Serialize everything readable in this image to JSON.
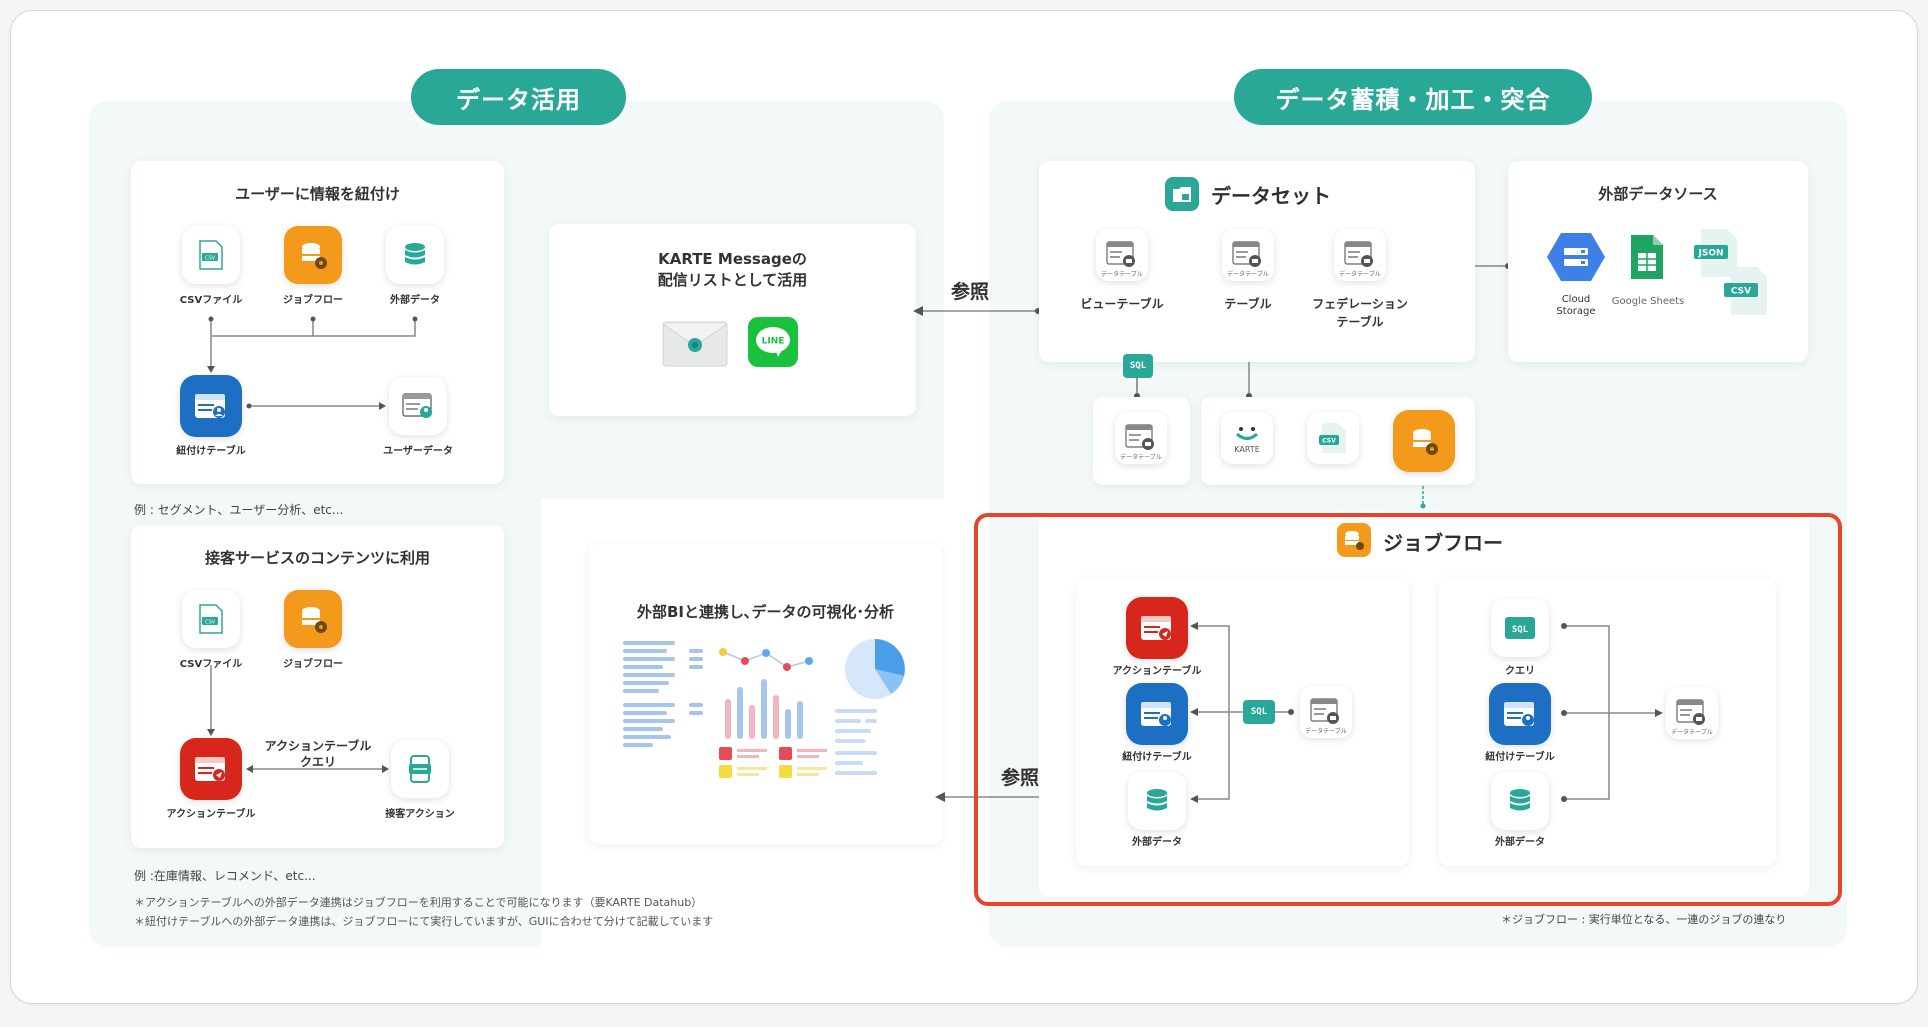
{
  "headers": {
    "left": "データ活用",
    "right": "データ蓄積・加工・突合"
  },
  "link_card": {
    "title_line1": "ユーザーに情報を紐付け",
    "csv": "CSVファイル",
    "jobflow": "ジョブフロー",
    "external": "外部データ",
    "link_table": "紐付けテーブル",
    "user_data": "ユーザーデータ",
    "example": "例 : セグメント、ユーザー分析、etc..."
  },
  "service_card": {
    "title": "接客サービスのコンテンツに利用",
    "csv": "CSVファイル",
    "jobflow": "ジョブフロー",
    "action_table": "アクションテーブル",
    "query_label_1": "アクションテーブル",
    "query_label_2": "クエリ",
    "action": "接客アクション",
    "example": "例 :在庫情報、レコメンド、etc..."
  },
  "notes": [
    "＊アクションテーブルへの外部データ連携はジョブフローを利用することで可能になります（要KARTE Datahub）",
    "＊紐付けテーブルへの外部データ連携は、ジョブフローにて実行していますが、GUIに合わせて分けて記載しています"
  ],
  "message_card": {
    "line1": "KARTE Messageの",
    "line2": "配信リストとして活用",
    "line_logo": "LINE"
  },
  "bi_card": {
    "title": "外部BIと連携し､データの可視化･分析"
  },
  "reference_1": "参照",
  "reference_2": "参照",
  "dataset_card": {
    "title": "データセット",
    "view_table": "ビューテーブル",
    "table": "テーブル",
    "federation_1": "フェデレーション",
    "federation_2": "テーブル",
    "mini_label": "データテーブル",
    "sql": "SQL"
  },
  "external_source": {
    "title": "外部データソース",
    "cloud_storage_1": "Cloud",
    "cloud_storage_2": "Storage",
    "sheets": "Google Sheets",
    "json": "JSON",
    "csv": "CSV"
  },
  "sources_row": {
    "data_table": "データテーブル",
    "karte": "KARTE",
    "csv": "CSV"
  },
  "jobflow": {
    "title": "ジョブフロー",
    "action_table": "アクションテーブル",
    "link_table": "紐付けテーブル",
    "external": "外部データ",
    "data_table": "データテーブル",
    "sql": "SQL",
    "query": "クエリ",
    "link_table_2": "紐付けテーブル",
    "external_2": "外部データ",
    "data_table_2": "データテーブル"
  },
  "footnote": "＊ジョブフロー : 実行単位となる、一連のジョブの連なり",
  "colors": {
    "teal": "#2aa897",
    "orange": "#f39a1c",
    "blue": "#1d6fc4",
    "red": "#d7261c",
    "highlight": "#e8432d"
  }
}
